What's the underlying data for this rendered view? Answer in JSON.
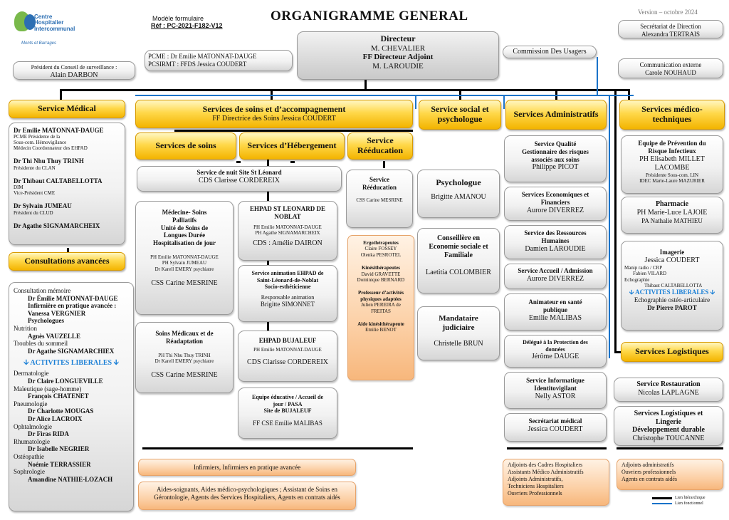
{
  "header": {
    "logo": {
      "line1": "Centre",
      "line2": "Hospitalier",
      "line3": "Intercommunal",
      "line4": "Monts et Barrages"
    },
    "model_label": "Modèle formulaire",
    "ref": "Réf : PC-2021-F182-V12",
    "title": "ORGANIGRAMME  GENERAL",
    "version": "Version – octobre 2024"
  },
  "top": {
    "conseil": {
      "label": "Président du Conseil de surveillance :",
      "name": "Alain DARBON"
    },
    "pcme": {
      "l1": "PCME : Dr Emilie MATONNAT-DAUGE",
      "l2": "PCSIRMT : FFDS Jessica COUDERT"
    },
    "directeur": {
      "t1": "Directeur",
      "n1": "M. CHEVALIER",
      "t2": "FF Directeur Adjoint",
      "n2": "M. LAROUDIE"
    },
    "commission": "Commission Des Usagers",
    "secretariat": {
      "label": "Secrétariat de Direction",
      "name": "Alexandra TERTRAIS"
    },
    "communication": {
      "label": "Communication externe",
      "name": "Carole NOUHAUD"
    }
  },
  "service_medical": {
    "title": "Service Médical",
    "items": [
      {
        "name": "Dr Emilie MATONNAT-DAUGE",
        "lines": [
          "PCME Présidente de la",
          "Sous-com. Hémovigilance",
          "Médecin Coordonnateur des EHPAD"
        ]
      },
      {
        "name": "Dr Thi Nhu Thuy TRINH",
        "lines": [
          "Présidente du CLAN"
        ]
      },
      {
        "name": "Dr Thibaut CALTABELLOTTA",
        "lines": [
          "DIM",
          "Vice-Président CME"
        ]
      },
      {
        "name": "Dr Sylvain JUMEAU",
        "lines": [
          "Président du CLUD"
        ]
      },
      {
        "name": "Dr Agathe SIGNAMARCHEIX",
        "lines": []
      }
    ]
  },
  "consultations": {
    "title": "Consultations avancées",
    "lines": [
      {
        "t": "Consultation mémoire",
        "b": false,
        "i": false
      },
      {
        "t": "Dr Émilie MATONNAT-DAUGE",
        "b": true,
        "i": true
      },
      {
        "t": "Infirmière en pratique avancée :",
        "b": true,
        "i": true
      },
      {
        "t": "Vanessa VERGNIER",
        "b": true,
        "i": true
      },
      {
        "t": "Psychologues",
        "b": true,
        "i": true
      },
      {
        "t": "Nutrition",
        "b": false,
        "i": false
      },
      {
        "t": "Agnès VAUZELLE",
        "b": true,
        "i": true
      },
      {
        "t": "Troubles du sommeil",
        "b": false,
        "i": false
      },
      {
        "t": "Dr Agathe SIGNAMARCHIEX",
        "b": true,
        "i": true
      }
    ],
    "liberales": "ACTIVITES LIBERALES",
    "lines2": [
      {
        "t": "Dermatologie",
        "b": false
      },
      {
        "t": "Dr Claire LONGUEVILLE",
        "b": true
      },
      {
        "t": "Maïeutique (sage-homme)",
        "b": false
      },
      {
        "t": "François CHATENET",
        "b": true
      },
      {
        "t": "Pneumologie",
        "b": false
      },
      {
        "t": "Dr Charlotte MOUGAS",
        "b": true
      },
      {
        "t": "Dr Alice LACROIX",
        "b": true
      },
      {
        "t": "Ophtalmologie",
        "b": false
      },
      {
        "t": "Dr Firas RIDA",
        "b": true
      },
      {
        "t": "Rhumatologie",
        "b": false
      },
      {
        "t": "Dr Isabelle NEGRIER",
        "b": true
      },
      {
        "t": "Ostéopathie",
        "b": false
      },
      {
        "t": "Noémie TERRASSIER",
        "b": true
      },
      {
        "t": "Sophrologie",
        "b": false
      },
      {
        "t": "Amandine NATHIE-LOZACH",
        "b": true
      }
    ]
  },
  "soins_accomp": {
    "title": "Services de soins et d’accompagnement",
    "sub": "FF Directrice des Soins Jessica COUDERT"
  },
  "services_soins": {
    "title": "Services de soins"
  },
  "hebergement": {
    "title": "Services d’Hébergement"
  },
  "reeducation": {
    "title": "Service Rééducation"
  },
  "nuit": {
    "t1": "Service de nuit Site St Léonard",
    "t2": "CDS Clarisse CORDEREIX"
  },
  "medecine": {
    "t": [
      "Médecine- Soins",
      "Palliatifs",
      "Unité de Soins de",
      "Longues Durée",
      "Hospitalisation de jour"
    ],
    "p": [
      "PH Emilie MATONNAT-DAUGE",
      "PH Sylvain JUMEAU",
      "Dr Karell EMERY psychiatre"
    ],
    "cds": "CSS Carine MESRINE"
  },
  "smr": {
    "t": [
      "Soins Médicaux et de",
      "Réadaptation"
    ],
    "p": [
      "PH Thi Nhu Thuy TRINH",
      "Dr Karell EMERY psychiatre"
    ],
    "cds": "CSS Carine MESRINE"
  },
  "ehpad_st": {
    "t": [
      "EHPAD ST LEONARD DE",
      "NOBLAT"
    ],
    "p": [
      "PH Emilie MATONNAT-DAUGE",
      "PH Agathe SIGNAMARCHEIX"
    ],
    "cds": "CDS : Amélie DAIRON"
  },
  "animation": {
    "t": [
      "Service animation EHPAD de",
      "Saint-Léonard-de-Noblat",
      "Socio-esthéticienne"
    ],
    "p": "Responsable animation",
    "n": "Brigitte SIMONNET"
  },
  "bujaleuf": {
    "t": "EHPAD BUJALEUF",
    "p": "PH Emilie MATONNAT-DAUGE",
    "cds": "CDS Clarisse CORDEREIX"
  },
  "pasa": {
    "t": [
      "Equipe éducative / Accueil de",
      "jour / PASA",
      "Site de BUJALEUF"
    ],
    "n": "FF CSE Emilie MALIBAS"
  },
  "reeduc_service": {
    "t": [
      "Service",
      "Rééducation"
    ],
    "n": "CSS Carine MESRINE"
  },
  "reeduc_list": [
    {
      "t": "Ergothérapeutes",
      "p": [
        "Claire FOSSEY",
        "Olenka PESROTEL"
      ]
    },
    {
      "t": "Kinésithérapeutes",
      "p": [
        "David GRAVETTE",
        "Dominique BERNARD"
      ]
    },
    {
      "t": "Professeur d’activités physiques adaptées",
      "p": [
        "Julien PEREIRA de",
        "FREITAS"
      ]
    },
    {
      "t": "Aide kinésithérapeute",
      "p": [
        "Emilie BENOT"
      ]
    }
  ],
  "infirmiers": "Infirmiers, Infirmiers en pratique avancée",
  "aides": "Aides-soignants, Aides médico-psychologiques ; Assistant de Soins en Gérontologie, Agents des Services Hospitaliers, Agents en contrats aidés",
  "social": {
    "title": "Service social et psychologue",
    "psycho": {
      "t": "Psychologue",
      "n": "Brigitte AMANOU"
    },
    "conseillere": {
      "t": [
        "Conseillère en",
        "Economie sociale et",
        "Familiale"
      ],
      "n": "Laetitia COLOMBIER"
    },
    "mandataire": {
      "t": [
        "Mandataire",
        "judiciaire"
      ],
      "n": "Christelle BRUN"
    }
  },
  "admin": {
    "title": "Services Administratifs",
    "items": [
      {
        "t": [
          "Service Qualité",
          "Gestionnaire des risques",
          "associés aux soins"
        ],
        "n": "Philippe PICOT"
      },
      {
        "t": [
          "Services Economiques et",
          "Financiers"
        ],
        "n": "Aurore DIVERREZ"
      },
      {
        "t": [
          "Service des Ressources",
          "Humaines"
        ],
        "n": "Damien LAROUDIE"
      },
      {
        "t": [
          "Service Accueil / Admission"
        ],
        "n": "Aurore DIVERREZ"
      },
      {
        "t": [
          "Animateur en santé",
          "publique"
        ],
        "n": "Emilie MALIBAS"
      },
      {
        "t": [
          "Délégué à la Protection des",
          "données"
        ],
        "n": "Jérôme DAUGE"
      },
      {
        "t": [
          "Service Informatique",
          "Identitovigilant"
        ],
        "n": "Nelly ASTOR"
      },
      {
        "t": [
          "Secrétariat médical"
        ],
        "n": "Jessica COUDERT"
      }
    ],
    "adjoints": [
      "Adjoints des Cadres Hospitaliers",
      "Assistants Médico Administratifs",
      "Adjoints Administratifs,",
      "Techniciens Hospitaliers",
      "Ouvriers Professionnels"
    ]
  },
  "medtech": {
    "title": "Services médico-techniques",
    "eopii": {
      "t": [
        "Equipe de Prévention du",
        "Risque Infectieux"
      ],
      "n": [
        "PH Elisabeth MILLET",
        "LACOMBE"
      ],
      "p": [
        "Présidente Sous-com. LIN",
        "IDEC Marie-Laure MAZURIER"
      ]
    },
    "pharmacie": {
      "t": "Pharmacie",
      "n": "PH Marie-Luce LAJOIE",
      "p": "PA Nathalie MATHIEU"
    },
    "imagerie": {
      "t": "Imagerie",
      "n": "Jessica COUDERT",
      "l1": "Manip radio / CRP",
      "l2": "Fabien VILARD",
      "l3": "Echographie",
      "l4": "Thibaut CALTABELLOTTA",
      "lib": "ACTIVITES LIBERALES",
      "l5": "Echographie ostéo-articulaire",
      "l6": "Dr Pierre PAROT"
    }
  },
  "logistique": {
    "title": "Services Logistiques",
    "restauration": {
      "t": "Service Restauration",
      "n": "Nicolas LAPLAGNE"
    },
    "lingerie": {
      "t": [
        "Services Logistiques et",
        "Lingerie",
        "Développement durable"
      ],
      "n": "Christophe TOUCANNE"
    },
    "adjoints": [
      "Adjoints administratifs",
      "Ouvriers professionnels",
      "Agents en contrats aidés"
    ]
  },
  "legend": {
    "hier": "Lien hiérarchique",
    "fonc": "Lien fonctionnel"
  }
}
